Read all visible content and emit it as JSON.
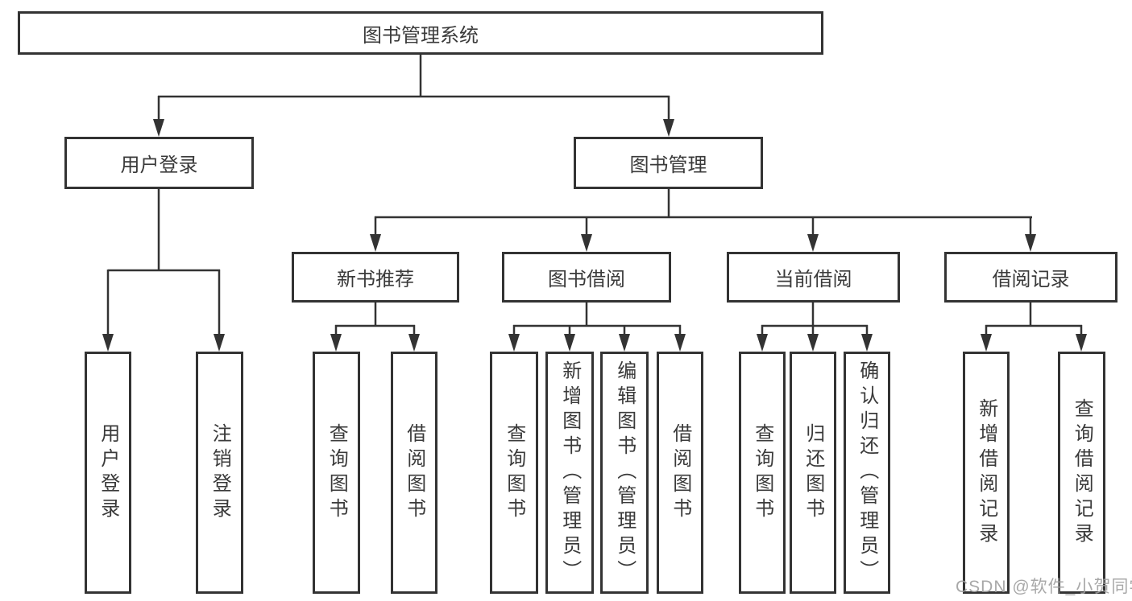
{
  "diagram": {
    "root": {
      "label": "图书管理系统"
    },
    "user_login": {
      "label": "用户登录",
      "children": [
        {
          "label": "用户登录"
        },
        {
          "label": "注销登录"
        }
      ]
    },
    "book_management": {
      "label": "图书管理",
      "sections": [
        {
          "label": "新书推荐",
          "children": [
            {
              "label": "查询图书"
            },
            {
              "label": "借阅图书"
            }
          ]
        },
        {
          "label": "图书借阅",
          "children": [
            {
              "label": "查询图书"
            },
            {
              "label": "新增图书（管理员）"
            },
            {
              "label": "编辑图书（管理员）"
            },
            {
              "label": "借阅图书"
            }
          ]
        },
        {
          "label": "当前借阅",
          "children": [
            {
              "label": "查询图书"
            },
            {
              "label": "归还图书"
            },
            {
              "label": "确认归还（管理员）"
            }
          ]
        },
        {
          "label": "借阅记录",
          "children": [
            {
              "label": "新增借阅记录"
            },
            {
              "label": "查询借阅记录"
            }
          ]
        }
      ]
    }
  },
  "watermark": {
    "text": "CSDN @软件_小贺同学"
  },
  "colors": {
    "line": "#333333",
    "box_border": "#333333",
    "text": "#3a3a3a",
    "watermark": "#9e9e9e",
    "background": "#ffffff"
  }
}
